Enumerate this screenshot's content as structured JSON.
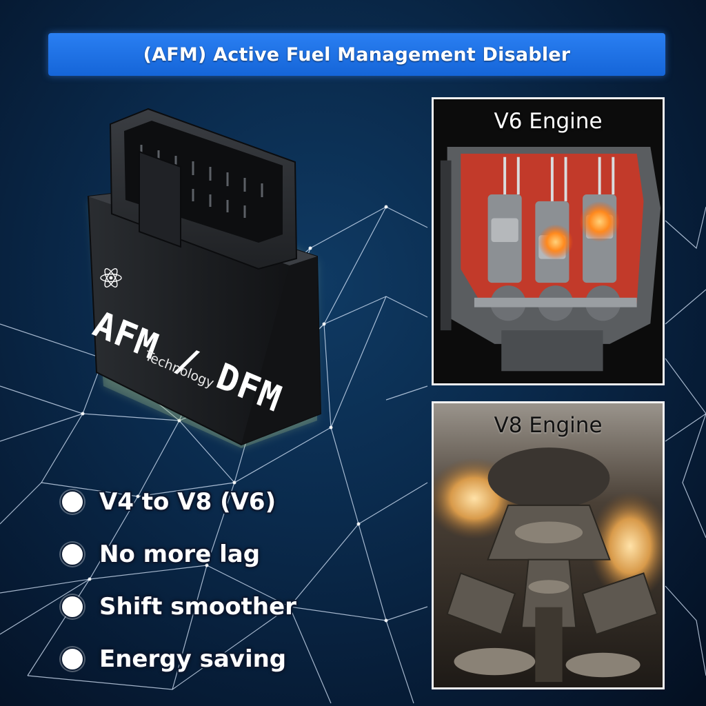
{
  "banner": {
    "title": "(AFM) Active Fuel Management Disabler"
  },
  "device": {
    "brand": "AFM / DFM",
    "subtitle": "Technology",
    "logo_icon": "atom-icon"
  },
  "features": [
    {
      "label": "V4 to V8 (V6)",
      "icon": "bullet-circle-icon"
    },
    {
      "label": "No more lag",
      "icon": "bullet-circle-icon"
    },
    {
      "label": "Shift smoother",
      "icon": "bullet-circle-icon"
    },
    {
      "label": "Energy saving",
      "icon": "bullet-circle-icon"
    }
  ],
  "panels": {
    "v6": {
      "title": "V6 Engine"
    },
    "v8": {
      "title": "V8 Engine"
    }
  },
  "colors": {
    "banner": "#1e74e8",
    "background": "#0a2a4c",
    "engine_cutaway": "#c23a2a",
    "combustion_glow": "#ff8a1e"
  }
}
